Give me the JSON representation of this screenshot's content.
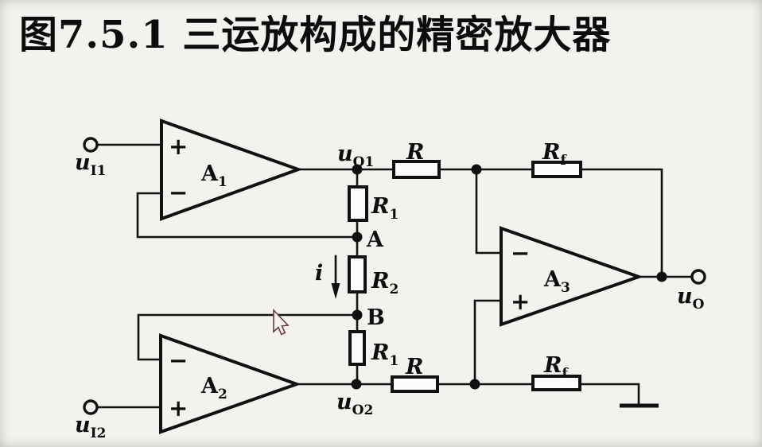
{
  "title": "图7.5.1 三运放构成的精密放大器",
  "colors": {
    "background": "#f3f2ef",
    "ink": "#0d0d0d",
    "component_fill": "#fbfbf9"
  },
  "opamps": {
    "a1": {
      "name": "A",
      "sub": "1",
      "plus": "+",
      "minus": "−"
    },
    "a2": {
      "name": "A",
      "sub": "2",
      "plus": "+",
      "minus": "−"
    },
    "a3": {
      "name": "A",
      "sub": "3",
      "plus": "+",
      "minus": "−"
    }
  },
  "terminals": {
    "u_i1": {
      "main": "u",
      "sub": "I1"
    },
    "u_i2": {
      "main": "u",
      "sub": "I2"
    },
    "u_o": {
      "main": "u",
      "sub": "O"
    }
  },
  "nodes": {
    "u_o1": {
      "main": "u",
      "sub": "O1"
    },
    "u_o2": {
      "main": "u",
      "sub": "O2"
    },
    "a": "A",
    "b": "B"
  },
  "resistors": {
    "r_top": {
      "main": "R",
      "sub": ""
    },
    "rf_top": {
      "main": "R",
      "sub": "f"
    },
    "r1_upper": {
      "main": "R",
      "sub": "1"
    },
    "r2_mid": {
      "main": "R",
      "sub": "2"
    },
    "r1_lower": {
      "main": "R",
      "sub": "1"
    },
    "r_bottom": {
      "main": "R",
      "sub": ""
    },
    "rf_bottom": {
      "main": "R",
      "sub": "f"
    }
  },
  "current": {
    "label": "i"
  }
}
